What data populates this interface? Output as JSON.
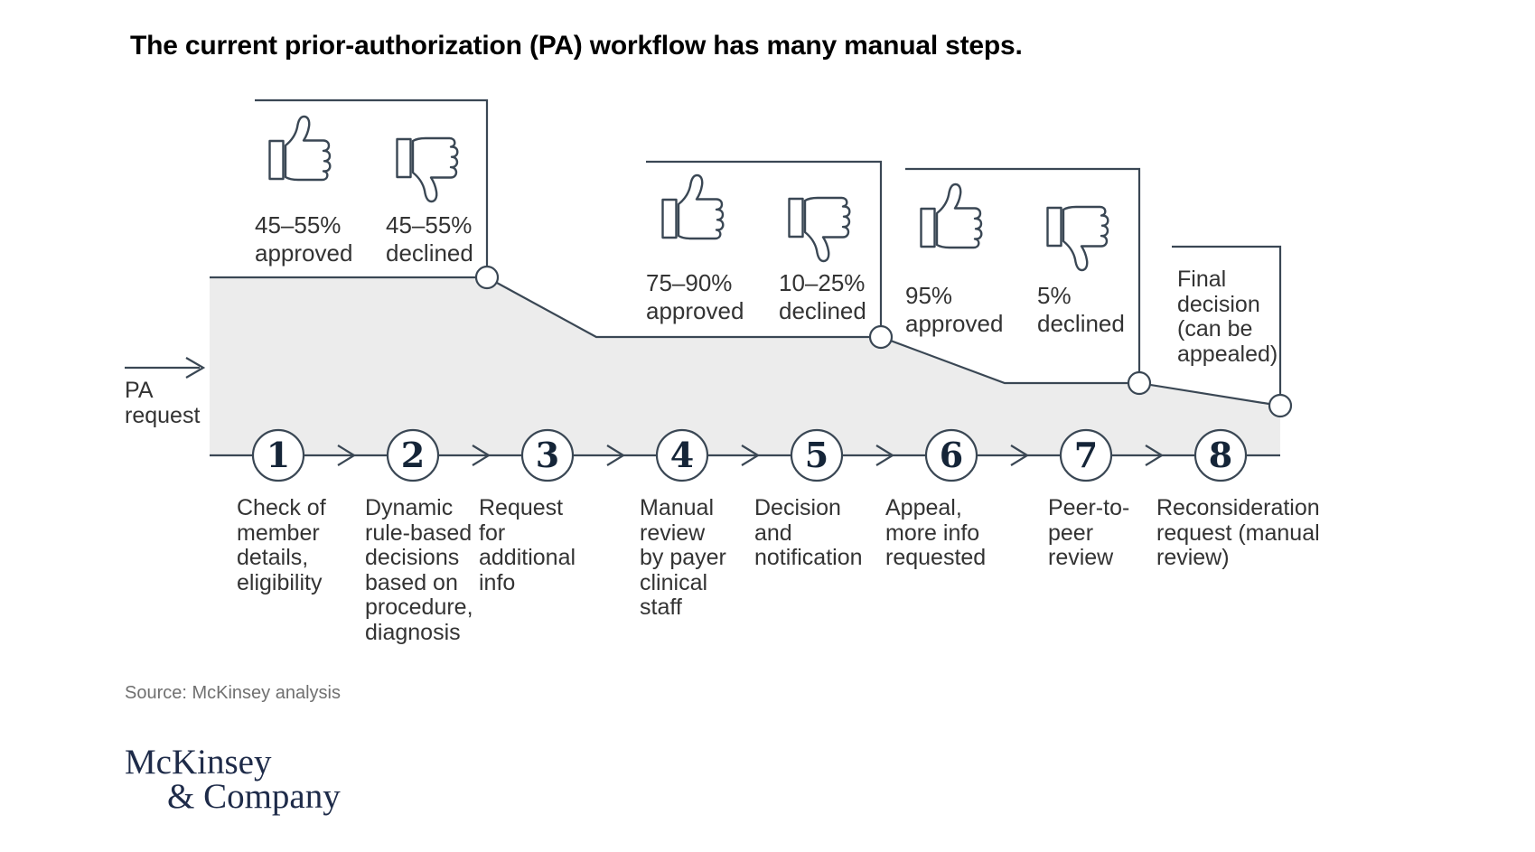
{
  "title": "The current prior-authorization (PA) workflow has many manual steps.",
  "pa_request": "PA\nrequest",
  "outcomes": [
    {
      "approved": "45–55%\napproved",
      "declined": "45–55%\ndeclined"
    },
    {
      "approved": "75–90%\napproved",
      "declined": "10–25%\ndeclined"
    },
    {
      "approved": "95%\napproved",
      "declined": "5%\ndeclined"
    }
  ],
  "final_note": "Final\ndecision\n(can be\nappealed)",
  "steps": [
    {
      "num": "1",
      "label": "Check of\nmember\ndetails,\neligibility"
    },
    {
      "num": "2",
      "label": "Dynamic\nrule-based\ndecisions\nbased on\nprocedure,\ndiagnosis"
    },
    {
      "num": "3",
      "label": "Request\nfor\nadditional\ninfo"
    },
    {
      "num": "4",
      "label": "Manual\nreview\nby payer\nclinical\nstaff"
    },
    {
      "num": "5",
      "label": "Decision\nand\nnotification"
    },
    {
      "num": "6",
      "label": "Appeal,\nmore info\nrequested"
    },
    {
      "num": "7",
      "label": "Peer-to-\npeer\nreview"
    },
    {
      "num": "8",
      "label": "Reconsideration\nrequest (manual\nreview)"
    }
  ],
  "source": "Source: McKinsey analysis",
  "logo": {
    "line1": "McKinsey",
    "line2": "& Company"
  },
  "icons": {
    "approved": "thumbs-up-icon",
    "declined": "thumbs-down-icon"
  },
  "colors": {
    "area_fill": "#ececec",
    "line": "#3a4754",
    "step_number": "#152538",
    "text": "#333333",
    "title": "#000000",
    "source_text": "#707070",
    "brand_navy": "#1e2b49"
  }
}
